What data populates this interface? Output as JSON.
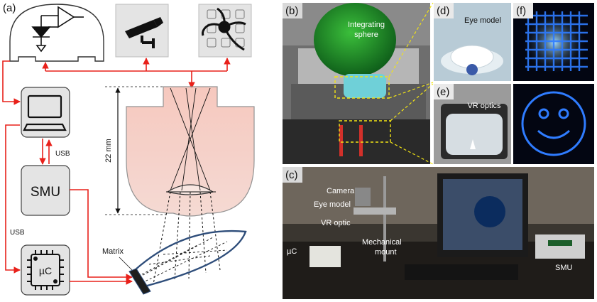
{
  "panels": {
    "a": "(a)",
    "b": "(b)",
    "c": "(c)",
    "d": "(d)",
    "e": "(e)",
    "f": "(f)"
  },
  "schematic": {
    "smu": "SMU",
    "microcontroller": "µC",
    "usb_top": "USB",
    "usb_left": "USB",
    "dimension": "22 mm",
    "matrix": "Matrix"
  },
  "photos": {
    "integrating_sphere": "Integrating sphere",
    "integrating_sphere_line1": "Integrating",
    "integrating_sphere_line2": "sphere",
    "eye_model_d": "Eye model",
    "vr_optics": "VR optics",
    "camera": "Camera",
    "eye_model_c": "Eye model",
    "vr_optic": "VR optic",
    "uc": "µC",
    "mount": "Mechanical mount",
    "mount_line1": "Mechanical",
    "mount_line2": "mount",
    "smu_photo": "SMU"
  },
  "colors": {
    "connector": "#e8201a",
    "matrix_frame": "#2e4d7a",
    "grid_blue": "#2f7cff"
  }
}
